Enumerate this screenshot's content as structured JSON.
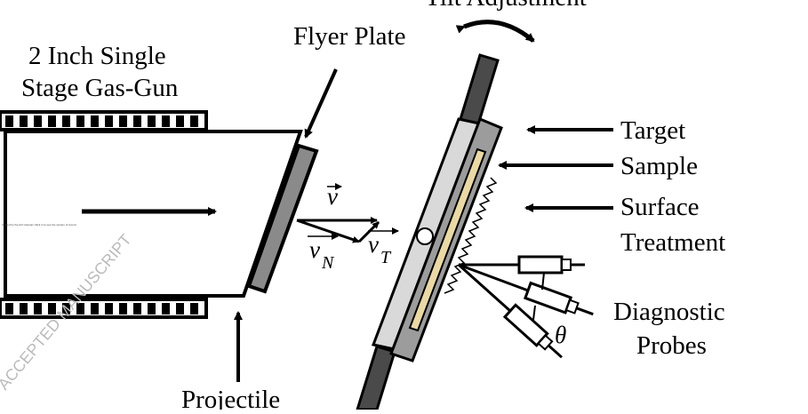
{
  "labels": {
    "tilt_adjustment": "Tilt Adjustment",
    "flyer_plate": "Flyer Plate",
    "gas_gun_line1": "2 Inch Single",
    "gas_gun_line2": "Stage Gas-Gun",
    "target": "Target",
    "sample": "Sample",
    "surface_line1": "Surface",
    "surface_line2": "Treatment",
    "diagnostic_line1": "Diagnostic",
    "diagnostic_line2": "Probes",
    "projectile": "Projectile"
  },
  "math": {
    "v": "v",
    "v_subscript_n": "N",
    "v_subscript_t": "T",
    "theta": "θ"
  },
  "watermark": "ACCEPTED MANUSCRIPT",
  "tiny_note": "Copied by the Ach tolaman Click in to see the version of record",
  "colors": {
    "barrel_stripes": "#000000",
    "flyer_plate": "#8a8a8a",
    "target_holder_light": "#d9d9d9",
    "target_holder_dark": "#5a5a5a",
    "target_body": "#9c9c9c",
    "sample": "#ead9a6",
    "rod": "#4a4a4a"
  }
}
